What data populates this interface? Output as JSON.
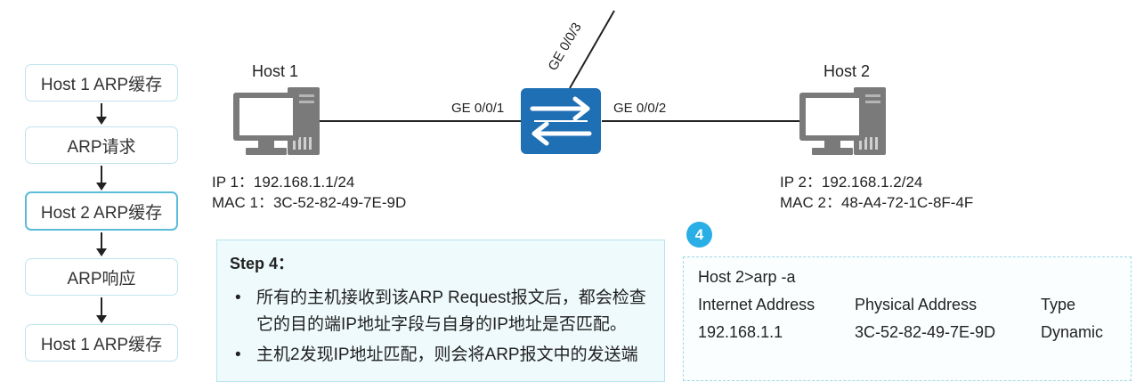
{
  "flow": {
    "items": [
      {
        "label": "Host 1 ARP缓存",
        "active": false
      },
      {
        "label": "ARP请求",
        "active": false
      },
      {
        "label": "Host 2 ARP缓存",
        "active": true
      },
      {
        "label": "ARP响应",
        "active": false
      },
      {
        "label": "Host 1 ARP缓存",
        "active": false
      }
    ]
  },
  "topology": {
    "host1": {
      "name": "Host 1",
      "ip": "IP 1：192.168.1.1/24",
      "mac": "MAC 1：3C-52-82-49-7E-9D"
    },
    "host2": {
      "name": "Host 2",
      "ip": "IP 2：192.168.1.2/24",
      "mac": "MAC 2：48-A4-72-1C-8F-4F"
    },
    "switch": {
      "port_left": "GE 0/0/1",
      "port_right": "GE 0/0/2",
      "port_up": "GE 0/0/3"
    }
  },
  "step": {
    "title": "Step 4：",
    "bullets": [
      "所有的主机接收到该ARP Request报文后，都会检查它的目的端IP地址字段与自身的IP地址是否匹配。",
      "主机2发现IP地址匹配，则会将ARP报文中的发送端"
    ]
  },
  "arp_table": {
    "badge": "4",
    "command": "Host 2>arp -a",
    "headers": [
      "Internet Address",
      "Physical Address",
      "Type"
    ],
    "row": [
      "192.168.1.1",
      "3C-52-82-49-7E-9D",
      "Dynamic"
    ]
  },
  "colors": {
    "accent": "#29aee6",
    "switch_blue": "#1f6fb5",
    "box_border": "#bfe4ee",
    "computer_gray": "#7a7a7a"
  }
}
